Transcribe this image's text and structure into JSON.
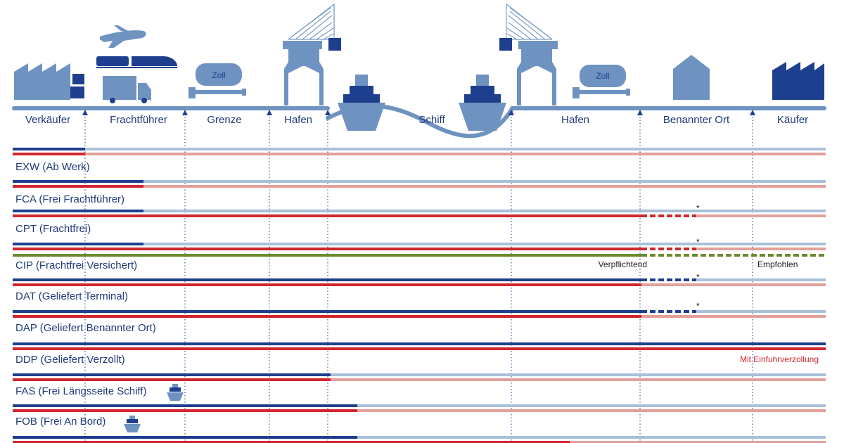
{
  "colors": {
    "seller_dark": "#1e3f8e",
    "seller_light": "#a9c0d9",
    "cost_red": "#d0262e",
    "cost_light": "#e3a09a",
    "insurance_green": "#6a8a2e",
    "icon_blue": "#6f93c1",
    "icon_dark": "#1e3f8e",
    "dotted_line": "#3a5aa0",
    "label_text": "#1e3a78",
    "note_red": "#d0262e"
  },
  "stations": [
    {
      "id": "verkaeufer",
      "label": "Verkäufer"
    },
    {
      "id": "frachtfuehrer",
      "label": "Frachtführer"
    },
    {
      "id": "grenze",
      "label": "Grenze"
    },
    {
      "id": "hafen1",
      "label": "Hafen"
    },
    {
      "id": "schiff",
      "label": "Schiff"
    },
    {
      "id": "hafen2",
      "label": "Hafen"
    },
    {
      "id": "benannter_ort",
      "label": "Benannter Ort"
    },
    {
      "id": "kaeufer",
      "label": "Käufer"
    }
  ],
  "icons": {
    "customs_label_left": "Zoll",
    "customs_label_right": "Zoll",
    "factory_left": "factory-icon",
    "factory_right": "factory-icon",
    "plane": "plane-icon",
    "train": "train-icon",
    "truck": "truck-icon",
    "crane": "crane-icon",
    "ship": "ship-icon",
    "warehouse": "warehouse-icon"
  },
  "terms": [
    {
      "code": "EXW",
      "label": "EXW (Ab Werk)",
      "risk_transfer": "verkaeufer",
      "cost_transfer": "verkaeufer"
    },
    {
      "code": "FCA",
      "label": "FCA (Frei Frachtführer)",
      "risk_transfer": "frachtfuehrer",
      "cost_transfer": "frachtfuehrer"
    },
    {
      "code": "CPT",
      "label": "CPT (Frachtfrei)",
      "risk_transfer": "frachtfuehrer",
      "cost_transfer": "benannter_ort",
      "cost_optional_until": "benannter_ort_mid",
      "asterisk": "*"
    },
    {
      "code": "CIP",
      "label": "CIP (Frachtfrei Versichert)",
      "risk_transfer": "frachtfuehrer",
      "cost_transfer": "benannter_ort",
      "cost_optional_until": "benannter_ort_mid",
      "asterisk": "*",
      "insurance": true,
      "insurance_required": "Verpflichtend",
      "insurance_recommended": "Empfohlen"
    },
    {
      "code": "DAT",
      "label": "DAT (Geliefert Terminal)",
      "risk_transfer": "benannter_ort",
      "cost_transfer": "benannter_ort",
      "risk_optional_until": "benannter_ort_mid",
      "asterisk": "*"
    },
    {
      "code": "DAP",
      "label": "DAP (Geliefert Benannter Ort)",
      "risk_transfer": "benannter_ort",
      "cost_transfer": "benannter_ort",
      "risk_optional_until": "benannter_ort_mid",
      "asterisk": "*"
    },
    {
      "code": "DDP",
      "label": "DDP (Geliefert Verzollt)",
      "risk_transfer": "kaeufer",
      "cost_transfer": "kaeufer",
      "note": "Mit Einfuhrverzollung"
    },
    {
      "code": "FAS",
      "label": "FAS (Frei Längsseite Schiff)",
      "risk_transfer": "hafen1_end",
      "cost_transfer": "hafen1_end",
      "ship_icon": true
    },
    {
      "code": "FOB",
      "label": "FOB (Frei An Bord)",
      "risk_transfer": "ship_rail",
      "cost_transfer": "ship_rail",
      "ship_icon": true
    }
  ]
}
